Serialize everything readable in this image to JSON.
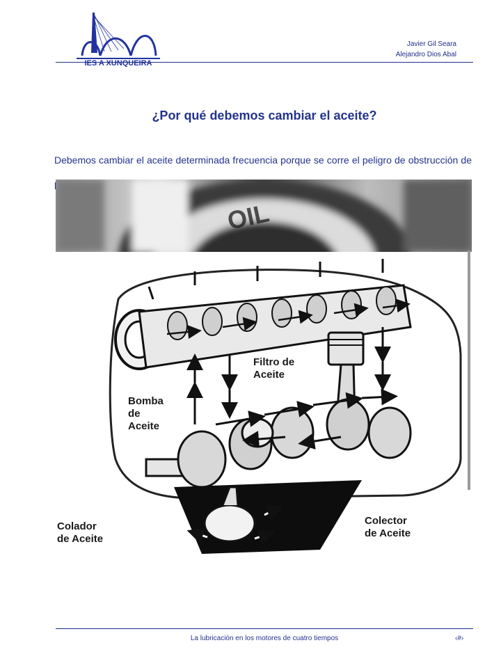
{
  "header": {
    "logo_text": "IES A XUNQUEIRA",
    "authors": [
      "Javier Gil Seara",
      "Alejandro Dios Abal"
    ]
  },
  "main": {
    "title": "¿Por qué debemos cambiar el aceite?",
    "paragraph": "Debemos cambiar el aceite determinada frecuencia porque se corre el peligro de obstrucción de las canalizaciones del circuito de engrase del motor.",
    "photo_text": "OIL",
    "diagram": {
      "labels": {
        "filtro": [
          "Filtro de",
          "Aceite"
        ],
        "bomba": [
          "Bomba",
          "de",
          "Aceite"
        ],
        "colador": [
          "Colador",
          "de Aceite"
        ],
        "colector": [
          "Colector",
          "de Aceite"
        ]
      }
    }
  },
  "footer": {
    "text": "La lubricación  en los motores de cuatro tiempos",
    "page_number": "‹#›"
  },
  "colors": {
    "brand_blue": "#23338c",
    "rule_blue": "#1f2d8c"
  }
}
